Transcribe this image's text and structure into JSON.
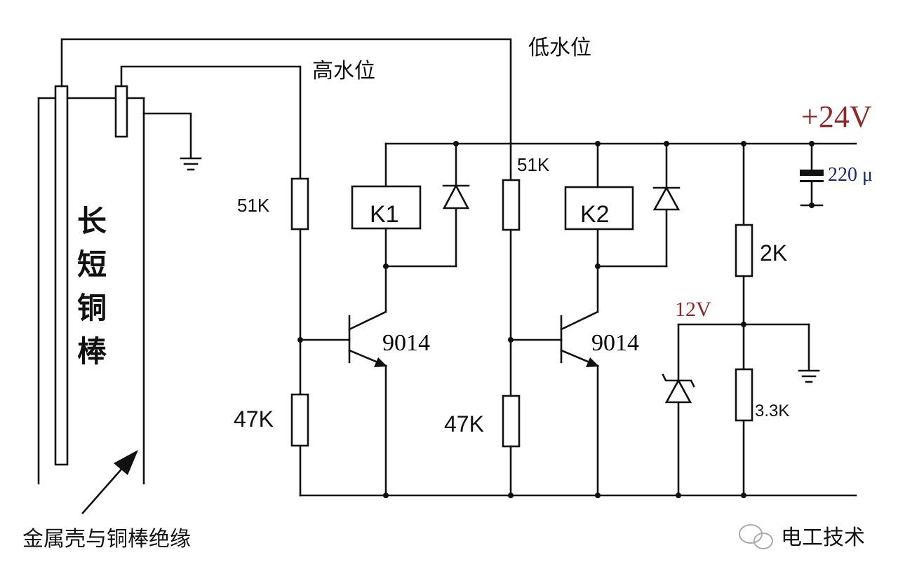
{
  "labels": {
    "low_level": "低水位",
    "high_level": "高水位",
    "supply": "+24V",
    "cap": "220 μ",
    "r1": "51K",
    "r2": "51K",
    "r3": "47K",
    "r4": "47K",
    "r5": "2K",
    "r6": "3.3K",
    "relay1": "K1",
    "relay2": "K2",
    "t1": "9014",
    "t2": "9014",
    "zener_v": "12V",
    "rods_vertical": "长\n短\n铜\n棒",
    "shell_note": "金属壳与铜棒绝缘",
    "watermark": "电工技术"
  },
  "colors": {
    "line": "#111111",
    "supply_text": "#8b2a2a",
    "zener_text": "#8b2a2a",
    "value_text": "#1a2a6a"
  }
}
